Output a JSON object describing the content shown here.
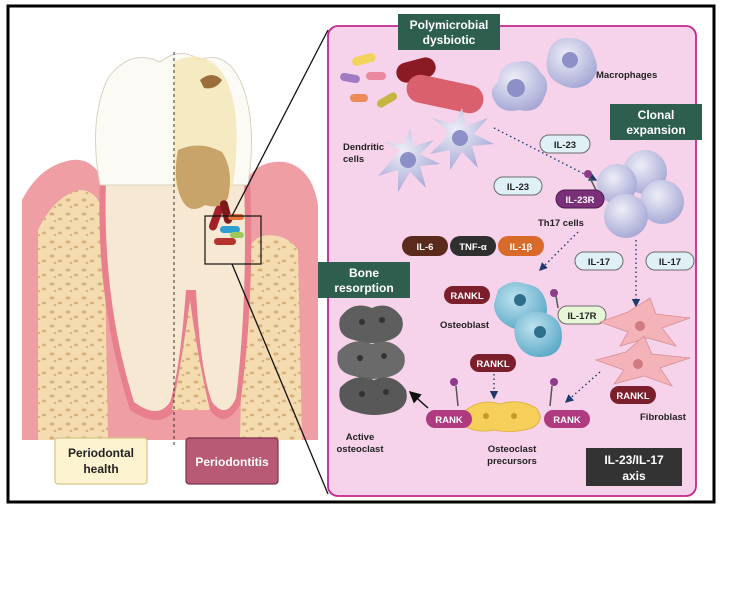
{
  "panel_labels": {
    "polymicrobial_line1": "Polymicrobial",
    "polymicrobial_line2": "dysbiotic",
    "clonal_line1": "Clonal",
    "clonal_line2": "expansion",
    "bone_line1": "Bone",
    "bone_line2": "resorption",
    "axis_line1": "IL-23/IL-17",
    "axis_line2": "axis"
  },
  "tooth_labels": {
    "health_line1": "Periodontal",
    "health_line2": "health",
    "disease": "Periodontitis"
  },
  "cell_labels": {
    "macrophages": "Macrophages",
    "dendritic_line1": "Dendritic",
    "dendritic_line2": "cells",
    "th17": "Th17 cells",
    "osteoblast": "Osteoblast",
    "fibroblast": "Fibroblast",
    "active_line1": "Active",
    "active_line2": "osteoclast",
    "precursors_line1": "Osteoclast",
    "precursors_line2": "precursors"
  },
  "molecules": {
    "il23_top": "IL-23",
    "il23_left": "IL-23",
    "il23r": "IL-23R",
    "il6": "IL-6",
    "tnfa": "TNF-α",
    "il1b": "IL-1β",
    "il17_left": "IL-17",
    "il17_right": "IL-17",
    "il17r": "IL-17R",
    "rankl_top": "RANKL",
    "rankl_mid": "RANKL",
    "rankl_right": "RANKL",
    "rank_left": "RANK",
    "rank_right": "RANK"
  },
  "colors": {
    "panel_bg": "#f6d3ea",
    "panel_border": "#c2278f",
    "title_box": "#2e5e4e",
    "axis_box": "#333333",
    "health_box": "#fdf3d0",
    "disease_box": "#b95a75",
    "rank_pill": "#b03a80",
    "rankl_pill": "#7a1f2b"
  }
}
